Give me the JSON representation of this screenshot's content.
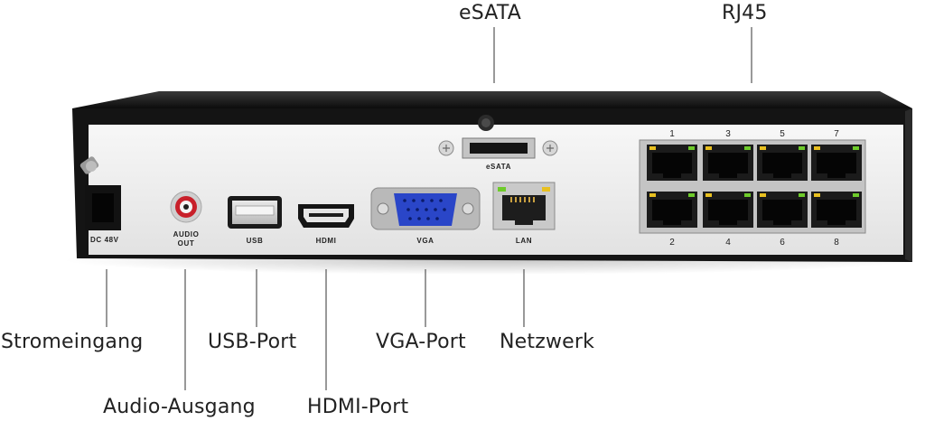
{
  "callouts": {
    "esata": "eSATA",
    "rj45": "RJ45",
    "power_input": "Stromeingang",
    "audio_output": "Audio-Ausgang",
    "usb_port": "USB-Port",
    "hdmi_port": "HDMI-Port",
    "vga_port": "VGA-Port",
    "network": "Netzwerk"
  },
  "panel_labels": {
    "dc": "DC 48V",
    "audio_line1": "AUDIO",
    "audio_line2": "OUT",
    "usb": "USB",
    "hdmi": "HDMI",
    "vga": "VGA",
    "lan": "LAN",
    "esata": "eSATA"
  },
  "rj45_ports": {
    "top": [
      "1",
      "3",
      "5",
      "7"
    ],
    "bottom": [
      "2",
      "4",
      "6",
      "8"
    ]
  },
  "colors": {
    "chassis": "#1a1a1a",
    "panel": "#f0f0f0",
    "vga_blue": "#2a46c8",
    "audio_red": "#c8202a",
    "led_green": "#6ecb2a",
    "led_yellow": "#e8c020"
  }
}
